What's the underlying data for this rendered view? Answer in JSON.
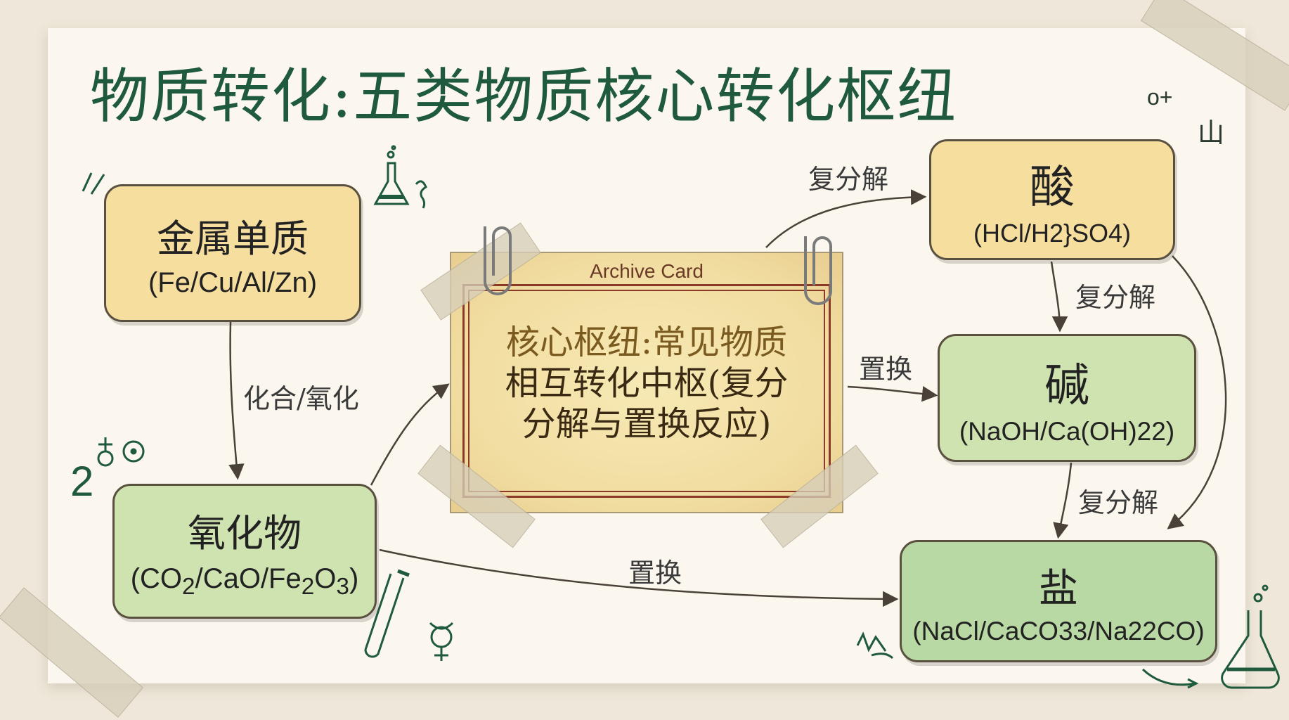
{
  "title": "物质转化:五类物质核心转化枢纽",
  "nodes": {
    "metal": {
      "name": "金属单质",
      "formula": "(Fe/Cu/Al/Zn)"
    },
    "oxide": {
      "name": "氧化物",
      "formula_parts": [
        "(CO",
        "2",
        "/CaO/Fe",
        "2",
        "O",
        "3",
        ")"
      ]
    },
    "acid": {
      "name": "酸",
      "formula": "(HCl/H2}SO4)"
    },
    "base": {
      "name": "碱",
      "formula": "(NaOH/Ca(OH)22)"
    },
    "salt": {
      "name": "盐",
      "formula": "(NaCl/CaCO33/Na22CO)"
    }
  },
  "center_card": {
    "label": "Archive Card",
    "line1": "核心枢纽:常见物质",
    "line2": "相互转化中枢(复分",
    "line3": "分解与置换反应)"
  },
  "edges": {
    "metal_to_oxide": "化合/氧化",
    "card_to_acid": "复分解",
    "acid_to_base": "复分解",
    "card_to_base": "置换",
    "base_to_salt": "复分解",
    "oxide_to_salt": "置换"
  },
  "decorations": {
    "number_two": "2",
    "o_plus": "o+",
    "mountain": "山",
    "icons": [
      "flask-icon",
      "test-tube-icon",
      "mercury-symbol-icon",
      "chemistry-flask-icon"
    ]
  },
  "colors": {
    "title": "#1f5a3c",
    "yellow_box": "#f6de9e",
    "green_box": "#cfe3b0",
    "salt_box": "#b9d9a4",
    "card_border": "#8b3a2a",
    "paper": "#fbf7ee"
  }
}
